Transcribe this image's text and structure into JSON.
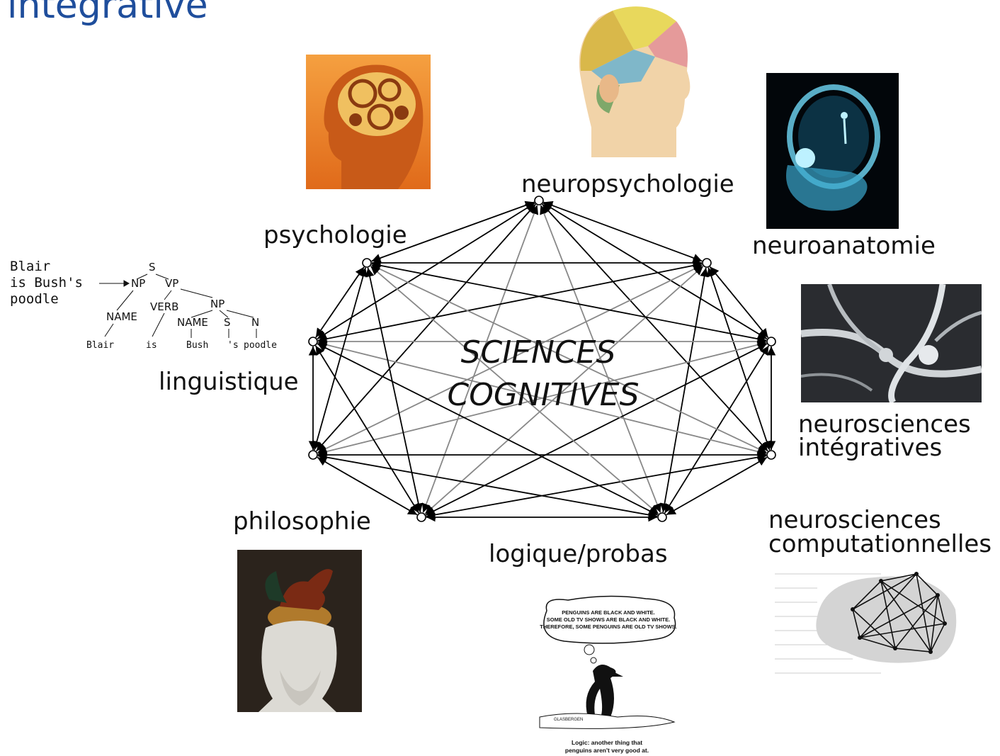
{
  "title": "intégrative",
  "center": {
    "line1": "SCIENCES",
    "line2": "COGNITIVES"
  },
  "disciplines": [
    {
      "id": "neuropsychologie",
      "label": "neuropsychologie"
    },
    {
      "id": "neuroanatomie",
      "label": "neuroanatomie"
    },
    {
      "id": "neuro-integratives",
      "label": "neurosciences intégratives",
      "line1": "neurosciences",
      "line2": "intégratives"
    },
    {
      "id": "neuro-computationnelles",
      "label": "neurosciences computationnelles",
      "line1": "neurosciences",
      "line2": "computationnelles"
    },
    {
      "id": "logique-probas",
      "label": "logique/probas"
    },
    {
      "id": "philosophie",
      "label": "philosophie"
    },
    {
      "id": "linguistique",
      "label": "linguistique"
    },
    {
      "id": "psychologie",
      "label": "psychologie"
    }
  ],
  "parse_tree": {
    "sentence": [
      "Blair",
      "is Bush's",
      "poodle"
    ],
    "nodes": [
      "S",
      "NP",
      "VP",
      "NAME",
      "VERB",
      "NP",
      "NAME",
      "S",
      "N"
    ],
    "leaves": [
      "Blair",
      "is",
      "Bush",
      "'s",
      "poodle"
    ]
  },
  "cartoon": {
    "bubble": [
      "PENGUINS ARE BLACK AND WHITE.",
      "SOME OLD TV SHOWS ARE BLACK AND WHITE.",
      "THEREFORE, SOME PENGUINS ARE OLD TV SHOWS."
    ],
    "signature": "GLASBERGEN",
    "caption": [
      "Logic: another thing that",
      "penguins aren't very good at."
    ]
  },
  "images": {
    "gears_head": "gears-head-icon",
    "phrenology": "phrenology-head-icon",
    "xray": "xray-skull-icon",
    "neurons": "neurons-micrograph-icon",
    "network": "brain-network-icon",
    "philosopher": "philosopher-bust-icon"
  },
  "colors": {
    "title": "#1f4e9c",
    "edges": "#000000",
    "edges_inner": "#888888"
  }
}
